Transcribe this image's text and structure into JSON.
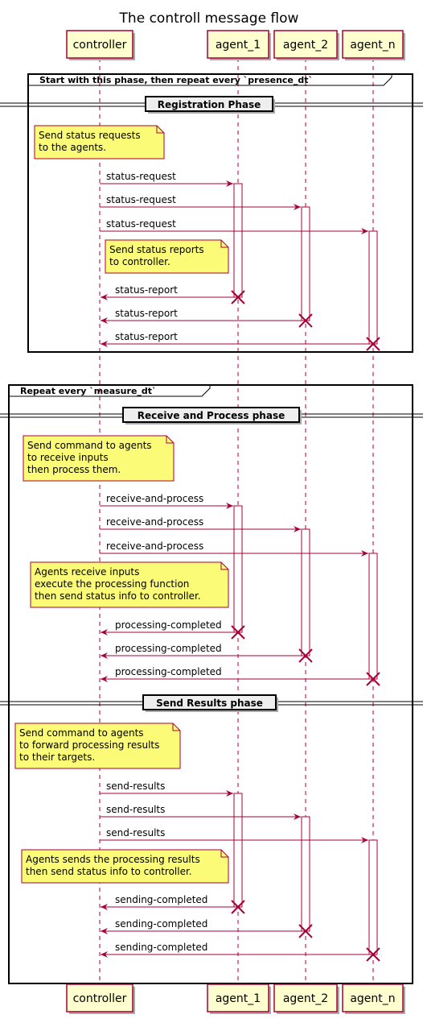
{
  "title": "The controll message flow",
  "participants": [
    {
      "id": "controller",
      "label": "controller"
    },
    {
      "id": "agent_1",
      "label": "agent_1"
    },
    {
      "id": "agent_2",
      "label": "agent_2"
    },
    {
      "id": "agent_n",
      "label": "agent_n"
    }
  ],
  "groups": [
    {
      "id": "presence",
      "label": "Start with this phase, then repeat every `presence_dt`"
    },
    {
      "id": "measure",
      "label": "Repeat every `measure_dt`"
    }
  ],
  "dividers": [
    {
      "id": "registration",
      "label": "Registration Phase"
    },
    {
      "id": "receive",
      "label": "Receive and Process phase"
    },
    {
      "id": "send",
      "label": "Send Results phase"
    }
  ],
  "notes": [
    {
      "id": "n1",
      "lines": [
        "Send status requests",
        "to the agents."
      ]
    },
    {
      "id": "n2",
      "lines": [
        "Send status reports",
        "to controller."
      ]
    },
    {
      "id": "n3",
      "lines": [
        "Send command to agents",
        "to receive inputs",
        "then process them."
      ]
    },
    {
      "id": "n4",
      "lines": [
        "Agents receive inputs",
        "execute the processing function",
        "then send status info to controller."
      ]
    },
    {
      "id": "n5",
      "lines": [
        "Send command to agents",
        "to forward processing results",
        "to their targets."
      ]
    },
    {
      "id": "n6",
      "lines": [
        "Agents sends the processing results",
        "then send status info to controller."
      ]
    }
  ],
  "messages": [
    {
      "id": "m1",
      "label": "status-request",
      "from": "controller",
      "to": "agent_1"
    },
    {
      "id": "m2",
      "label": "status-request",
      "from": "controller",
      "to": "agent_2"
    },
    {
      "id": "m3",
      "label": "status-request",
      "from": "controller",
      "to": "agent_n"
    },
    {
      "id": "m4",
      "label": "status-report",
      "from": "agent_1",
      "to": "controller"
    },
    {
      "id": "m5",
      "label": "status-report",
      "from": "agent_2",
      "to": "controller"
    },
    {
      "id": "m6",
      "label": "status-report",
      "from": "agent_n",
      "to": "controller"
    },
    {
      "id": "m7",
      "label": "receive-and-process",
      "from": "controller",
      "to": "agent_1"
    },
    {
      "id": "m8",
      "label": "receive-and-process",
      "from": "controller",
      "to": "agent_2"
    },
    {
      "id": "m9",
      "label": "receive-and-process",
      "from": "controller",
      "to": "agent_n"
    },
    {
      "id": "m10",
      "label": "processing-completed",
      "from": "agent_1",
      "to": "controller"
    },
    {
      "id": "m11",
      "label": "processing-completed",
      "from": "agent_2",
      "to": "controller"
    },
    {
      "id": "m12",
      "label": "processing-completed",
      "from": "agent_n",
      "to": "controller"
    },
    {
      "id": "m13",
      "label": "send-results",
      "from": "controller",
      "to": "agent_1"
    },
    {
      "id": "m14",
      "label": "send-results",
      "from": "controller",
      "to": "agent_2"
    },
    {
      "id": "m15",
      "label": "send-results",
      "from": "controller",
      "to": "agent_n"
    },
    {
      "id": "m16",
      "label": "sending-completed",
      "from": "agent_1",
      "to": "controller"
    },
    {
      "id": "m17",
      "label": "sending-completed",
      "from": "agent_2",
      "to": "controller"
    },
    {
      "id": "m18",
      "label": "sending-completed",
      "from": "agent_n",
      "to": "controller"
    }
  ],
  "colors": {
    "line": "#a80036",
    "participant_fill": "#fefece",
    "note_fill": "#fbfb77",
    "divider_fill": "#eeeeee",
    "border": "#000000"
  }
}
